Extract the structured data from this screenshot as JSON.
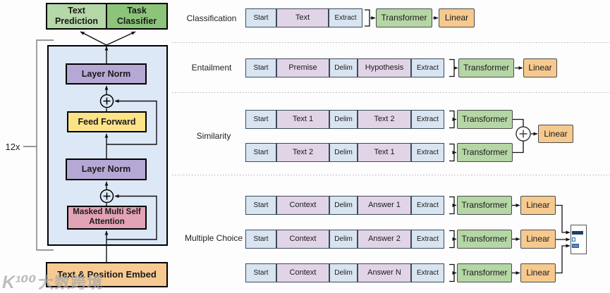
{
  "watermark": {
    "logo": "K¹⁰⁰",
    "brand": "大数跨境"
  },
  "left": {
    "repeat_label": "12x",
    "text_prediction": "Text Prediction",
    "task_classifier": "Task Classifier",
    "layer_norm_1": "Layer Norm",
    "feed_forward": "Feed Forward",
    "layer_norm_2": "Layer Norm",
    "masked_attention": "Masked Multi Self Attention",
    "embed": "Text & Position Embed"
  },
  "right": {
    "transformer_label": "Transformer",
    "linear_label": "Linear",
    "sections": [
      {
        "label": "Classification",
        "rows": [
          {
            "cells": [
              "Start",
              "Text",
              "Extract"
            ]
          }
        ]
      },
      {
        "label": "Entailment",
        "rows": [
          {
            "cells": [
              "Start",
              "Premise",
              "Delim",
              "Hypothesis",
              "Extract"
            ]
          }
        ]
      },
      {
        "label": "Similarity",
        "rows": [
          {
            "cells": [
              "Start",
              "Text 1",
              "Delim",
              "Text 2",
              "Extract"
            ]
          },
          {
            "cells": [
              "Start",
              "Text 2",
              "Delim",
              "Text 1",
              "Extract"
            ]
          }
        ]
      },
      {
        "label": "Multiple Choice",
        "rows": [
          {
            "cells": [
              "Start",
              "Context",
              "Delim",
              "Answer 1",
              "Extract"
            ]
          },
          {
            "cells": [
              "Start",
              "Context",
              "Delim",
              "Answer 2",
              "Extract"
            ]
          },
          {
            "cells": [
              "Start",
              "Context",
              "Delim",
              "Answer N",
              "Extract"
            ]
          }
        ]
      }
    ]
  },
  "colors": {
    "token_cell": "#d9e4f1",
    "content_cell": "#e2d4e7",
    "transformer": "#b5d6a5",
    "linear": "#f6c98e",
    "text_prediction": "#b6d7a8",
    "task_classifier": "#8cc47a",
    "block_frame": "#dce8f6",
    "layer_norm": "#b5a8d5",
    "feed_forward": "#fde388",
    "masked_attention": "#e2a3b6",
    "embed": "#f6ca92",
    "prob_bar_dark": "#1f3f68",
    "prob_bar_mid": "#5b87bf"
  }
}
